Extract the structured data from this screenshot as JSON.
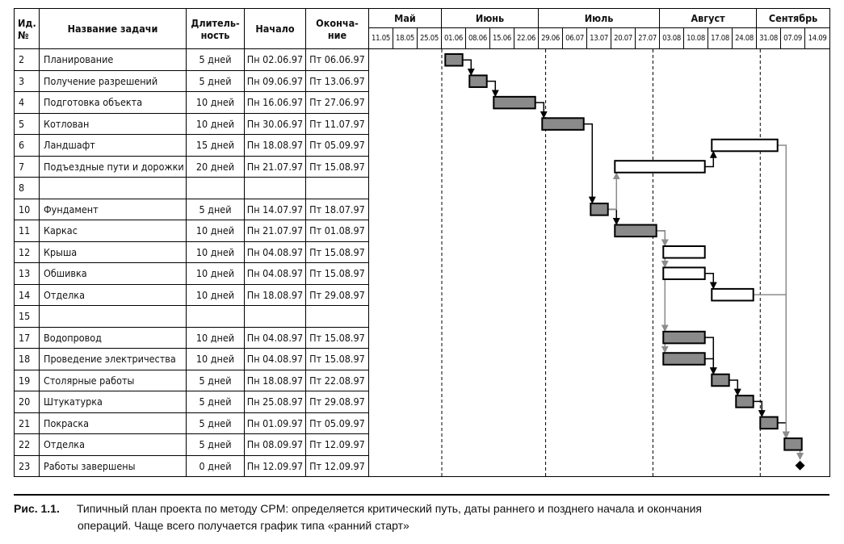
{
  "headers": {
    "id": "Ид. №",
    "name": "Название задачи",
    "duration": "Длитель-ность",
    "start": "Начало",
    "end": "Оконча-ние"
  },
  "months": [
    "Май",
    "Июнь",
    "Июль",
    "Август",
    "Сентябрь"
  ],
  "weeks": [
    "11.05",
    "18.05",
    "25.05",
    "01.06",
    "08.06",
    "15.06",
    "22.06",
    "29.06",
    "06.07",
    "13.07",
    "20.07",
    "27.07",
    "03.08",
    "10.08",
    "17.08",
    "24.08",
    "31.08",
    "07.09",
    "14.09"
  ],
  "tasks": [
    {
      "id": "2",
      "name": "Планирование",
      "duration": "5 дней",
      "start": "Пн 02.06.97",
      "end": "Пт 06.06.97"
    },
    {
      "id": "3",
      "name": "Получение разрешений",
      "duration": "5 дней",
      "start": "Пн 09.06.97",
      "end": "Пт 13.06.97"
    },
    {
      "id": "4",
      "name": "Подготовка объекта",
      "duration": "10 дней",
      "start": "Пн 16.06.97",
      "end": "Пт 27.06.97"
    },
    {
      "id": "5",
      "name": "Котлован",
      "duration": "10 дней",
      "start": "Пн 30.06.97",
      "end": "Пт 11.07.97"
    },
    {
      "id": "6",
      "name": "Ландшафт",
      "duration": "15 дней",
      "start": "Пн 18.08.97",
      "end": "Пт 05.09.97"
    },
    {
      "id": "7",
      "name": "Подъездные пути и дорожки",
      "duration": "20 дней",
      "start": "Пн 21.07.97",
      "end": "Пт 15.08.97"
    },
    {
      "id": "8",
      "name": "",
      "duration": "",
      "start": "",
      "end": ""
    },
    {
      "id": "10",
      "name": "Фундамент",
      "duration": "5 дней",
      "start": "Пн 14.07.97",
      "end": "Пт 18.07.97"
    },
    {
      "id": "11",
      "name": "Каркас",
      "duration": "10 дней",
      "start": "Пн 21.07.97",
      "end": "Пт 01.08.97"
    },
    {
      "id": "12",
      "name": "Крыша",
      "duration": "10 дней",
      "start": "Пн 04.08.97",
      "end": "Пт 15.08.97"
    },
    {
      "id": "13",
      "name": "Обшивка",
      "duration": "10 дней",
      "start": "Пн 04.08.97",
      "end": "Пт 15.08.97"
    },
    {
      "id": "14",
      "name": "Отделка",
      "duration": "10 дней",
      "start": "Пн 18.08.97",
      "end": "Пт 29.08.97"
    },
    {
      "id": "15",
      "name": "",
      "duration": "",
      "start": "",
      "end": ""
    },
    {
      "id": "17",
      "name": "Водопровод",
      "duration": "10 дней",
      "start": "Пн 04.08.97",
      "end": "Пт 15.08.97"
    },
    {
      "id": "18",
      "name": "Проведение электричества",
      "duration": "10 дней",
      "start": "Пн 04.08.97",
      "end": "Пт 15.08.97"
    },
    {
      "id": "19",
      "name": "Столярные работы",
      "duration": "5 дней",
      "start": "Пн 18.08.97",
      "end": "Пт 22.08.97"
    },
    {
      "id": "20",
      "name": "Штукатурка",
      "duration": "5 дней",
      "start": "Пн 25.08.97",
      "end": "Пт 29.08.97"
    },
    {
      "id": "21",
      "name": "Покраска",
      "duration": "5 дней",
      "start": "Пн 01.09.97",
      "end": "Пт 05.09.97"
    },
    {
      "id": "22",
      "name": "Отделка",
      "duration": "5 дней",
      "start": "Пн 08.09.97",
      "end": "Пт 12.09.97"
    },
    {
      "id": "23",
      "name": "Работы завершены",
      "duration": "0 дней",
      "start": "Пн 12.09.97",
      "end": "Пт 12.09.97"
    }
  ],
  "chart_data": {
    "type": "gantt",
    "axis_start": "1997-05-11",
    "axis_end": "1997-09-21",
    "month_boundaries": [
      "1997-06-01",
      "1997-07-01",
      "1997-08-01",
      "1997-09-01"
    ],
    "colors": {
      "critical": "#8a8a8a",
      "noncritical": "#ffffff",
      "link_critical": "#000000",
      "link_noncritical": "#8c8c8c",
      "milestone": "#000000"
    },
    "bars": [
      {
        "row": 0,
        "start": "1997-06-02",
        "end": "1997-06-06",
        "critical": true
      },
      {
        "row": 1,
        "start": "1997-06-09",
        "end": "1997-06-13",
        "critical": true
      },
      {
        "row": 2,
        "start": "1997-06-16",
        "end": "1997-06-27",
        "critical": true
      },
      {
        "row": 3,
        "start": "1997-06-30",
        "end": "1997-07-11",
        "critical": true
      },
      {
        "row": 4,
        "start": "1997-08-18",
        "end": "1997-09-05",
        "critical": false
      },
      {
        "row": 5,
        "start": "1997-07-21",
        "end": "1997-08-15",
        "critical": false
      },
      {
        "row": 7,
        "start": "1997-07-14",
        "end": "1997-07-18",
        "critical": true
      },
      {
        "row": 8,
        "start": "1997-07-21",
        "end": "1997-08-01",
        "critical": true
      },
      {
        "row": 9,
        "start": "1997-08-04",
        "end": "1997-08-15",
        "critical": false
      },
      {
        "row": 10,
        "start": "1997-08-04",
        "end": "1997-08-15",
        "critical": false
      },
      {
        "row": 11,
        "start": "1997-08-18",
        "end": "1997-08-29",
        "critical": false
      },
      {
        "row": 13,
        "start": "1997-08-04",
        "end": "1997-08-15",
        "critical": true
      },
      {
        "row": 14,
        "start": "1997-08-04",
        "end": "1997-08-15",
        "critical": true
      },
      {
        "row": 15,
        "start": "1997-08-18",
        "end": "1997-08-22",
        "critical": true
      },
      {
        "row": 16,
        "start": "1997-08-25",
        "end": "1997-08-29",
        "critical": true
      },
      {
        "row": 17,
        "start": "1997-09-01",
        "end": "1997-09-05",
        "critical": true
      },
      {
        "row": 18,
        "start": "1997-09-08",
        "end": "1997-09-12",
        "critical": true
      }
    ],
    "milestones": [
      {
        "row": 19,
        "date": "1997-09-12"
      }
    ],
    "links": [
      {
        "from": 0,
        "to": 1,
        "critical": true
      },
      {
        "from": 1,
        "to": 2,
        "critical": true
      },
      {
        "from": 2,
        "to": 3,
        "critical": true
      },
      {
        "from": 3,
        "to": 7,
        "critical": true
      },
      {
        "from": 7,
        "to": 8,
        "critical": true
      },
      {
        "from": 7,
        "to": 5,
        "critical": false
      },
      {
        "from": 5,
        "to": 4,
        "critical": true
      },
      {
        "from": 8,
        "to": 9,
        "critical": false
      },
      {
        "from": 8,
        "to": 10,
        "critical": false
      },
      {
        "from": 8,
        "to": 13,
        "critical": false
      },
      {
        "from": 8,
        "to": 14,
        "critical": false
      },
      {
        "from": 10,
        "to": 11,
        "critical": true
      },
      {
        "from": 13,
        "to": 15,
        "critical": true
      },
      {
        "from": 14,
        "to": 15,
        "critical": true
      },
      {
        "from": 15,
        "to": 16,
        "critical": true
      },
      {
        "from": 16,
        "to": 17,
        "critical": true
      },
      {
        "from": 17,
        "to": 18,
        "critical": true
      },
      {
        "from": 18,
        "to": 19,
        "critical": false
      },
      {
        "from": 4,
        "to": 18,
        "critical": false
      },
      {
        "from": 11,
        "to": 18,
        "critical": false
      }
    ]
  },
  "caption": {
    "label": "Рис. 1.1.",
    "line1": "Типичный план проекта по методу CPM: определяется критический путь, даты раннего и позднего начала и окончания",
    "line2": "операций. Чаще всего получается график типа «ранний старт»"
  }
}
